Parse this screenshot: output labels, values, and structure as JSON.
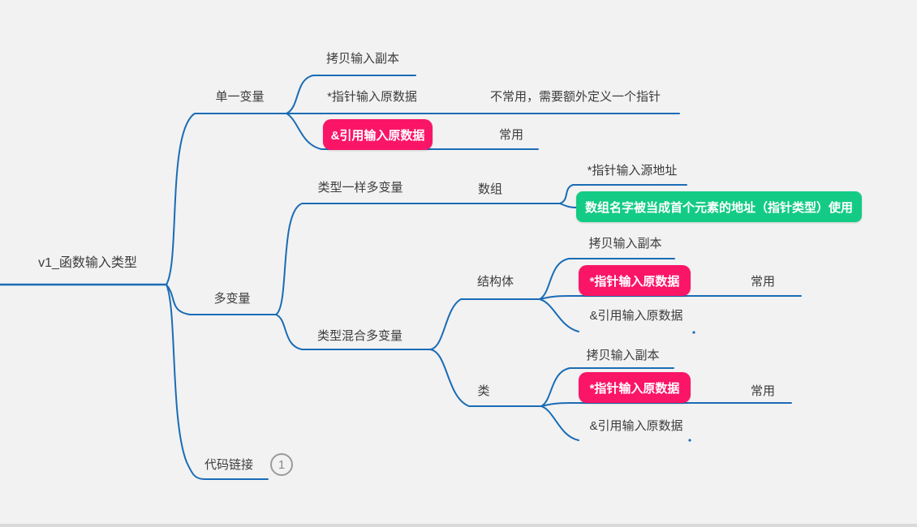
{
  "colors": {
    "background": "#f2f2f2",
    "connector_line": "#1a6cb5",
    "text": "#3c3c3c",
    "highlight_pink": "#fa1567",
    "highlight_green": "#14cb85",
    "badge_gray": "#9b9b9b"
  },
  "mindmap": {
    "root": {
      "label": "v1_函数输入类型"
    },
    "single_variable": {
      "label": "单一变量",
      "copy": {
        "label": "拷贝输入副本"
      },
      "pointer": {
        "label": "*指针输入原数据",
        "note": "不常用，需要额外定义一个指针"
      },
      "reference": {
        "label": "&引用输入原数据",
        "note": "常用",
        "highlight": "pink"
      }
    },
    "multi_variable": {
      "label": "多变量",
      "same_type": {
        "label": "类型一样多变量",
        "array": {
          "label": "数组",
          "pointer_src": {
            "label": "*指针输入源地址"
          },
          "array_note": {
            "label": "数组名字被当成首个元素的地址（指针类型）使用",
            "highlight": "green"
          }
        }
      },
      "mixed_type": {
        "label": "类型混合多变量",
        "struct": {
          "label": "结构体",
          "copy": {
            "label": "拷贝输入副本"
          },
          "pointer": {
            "label": "*指针输入原数据",
            "note": "常用",
            "highlight": "pink"
          },
          "reference": {
            "label": "&引用输入原数据"
          }
        },
        "class": {
          "label": "类",
          "copy": {
            "label": "拷贝输入副本"
          },
          "pointer": {
            "label": "*指针输入原数据",
            "note": "常用",
            "highlight": "pink"
          },
          "reference": {
            "label": "&引用输入原数据"
          }
        }
      }
    },
    "code_link": {
      "label": "代码链接",
      "badge": "1"
    }
  }
}
